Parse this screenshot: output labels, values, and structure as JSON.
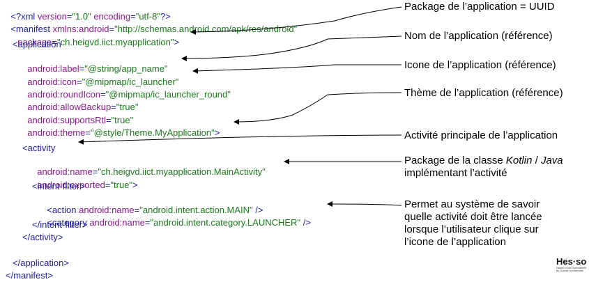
{
  "code": {
    "xml_decl": {
      "open": "<?",
      "kw": "xml",
      "a1": " version",
      "v1": "\"1.0\"",
      "a2": " encoding",
      "v2": "\"utf-8\"",
      "close": "?>"
    },
    "manifest_open": {
      "lt": "<",
      "tag": "manifest",
      "attr": " xmlns:android",
      "eq": "=",
      "val": "\"http://schemas.android.com/apk/res/android\""
    },
    "package_line": {
      "attr": "package",
      "eq": "=",
      "val": "\"ch.heigvd.iict.myapplication\"",
      "gt": ">"
    },
    "application_open": "<application",
    "app_attrs": [
      {
        "attr": "android:label",
        "eq": "=",
        "val": "\"@string/app_name\""
      },
      {
        "attr": "android:icon",
        "eq": "=",
        "val": "\"@mipmap/ic_launcher\""
      },
      {
        "attr": "android:roundIcon",
        "eq": "=",
        "val": "\"@mipmap/ic_launcher_round\""
      },
      {
        "attr": "android:allowBackup",
        "eq": "=",
        "val": "\"true\""
      },
      {
        "attr": "android:supportsRtl",
        "eq": "=",
        "val": "\"true\""
      },
      {
        "attr": "android:theme",
        "eq": "=",
        "val": "\"@style/Theme.MyApplication\"",
        "gt": ">"
      }
    ],
    "activity_open": "<activity",
    "activity_attrs": [
      {
        "attr": "android:name",
        "eq": "=",
        "val": "\"ch.heigvd.iict.myapplication.MainActivity\""
      },
      {
        "attr": "android:exported",
        "eq": "=",
        "val": "\"true\"",
        "gt": ">"
      }
    ],
    "intent_filter_open": "<intent-filter>",
    "action_line": {
      "lt": "<",
      "tag": "action",
      "attr": " android:name",
      "eq": "=",
      "val": "\"android.intent.action.MAIN\"",
      "end": " />"
    },
    "category_line": {
      "lt": "<",
      "tag": "category",
      "attr": " android:name",
      "eq": "=",
      "val": "\"android.intent.category.LAUNCHER\"",
      "end": " />"
    },
    "intent_filter_close": "</intent-filter>",
    "activity_close": "</activity>",
    "application_close": "</application>",
    "manifest_close": "</manifest>"
  },
  "notes": {
    "package": "Package de l’application = UUID",
    "app_name": "Nom de l’application (référence)",
    "icon": "Icone de l’application (référence)",
    "theme": "Thème de l’application (référence)",
    "main_activity": "Activité principale de l’application",
    "class_pre": "Package de la classe ",
    "class_kotlin": "Kotlin",
    "class_sep": " / ",
    "class_java": "Java",
    "class_line2": "implémentant l’activité",
    "launcher_1": "Permet au système de savoir",
    "launcher_2": "quelle activité doit être lancée",
    "launcher_3": "lorsque l’utilisateur clique sur",
    "launcher_4": "l’icone de l’application"
  },
  "logo": {
    "main": "Hes·so",
    "sub": "Haute Ecole Spécialisée de Suisse occidentale"
  }
}
